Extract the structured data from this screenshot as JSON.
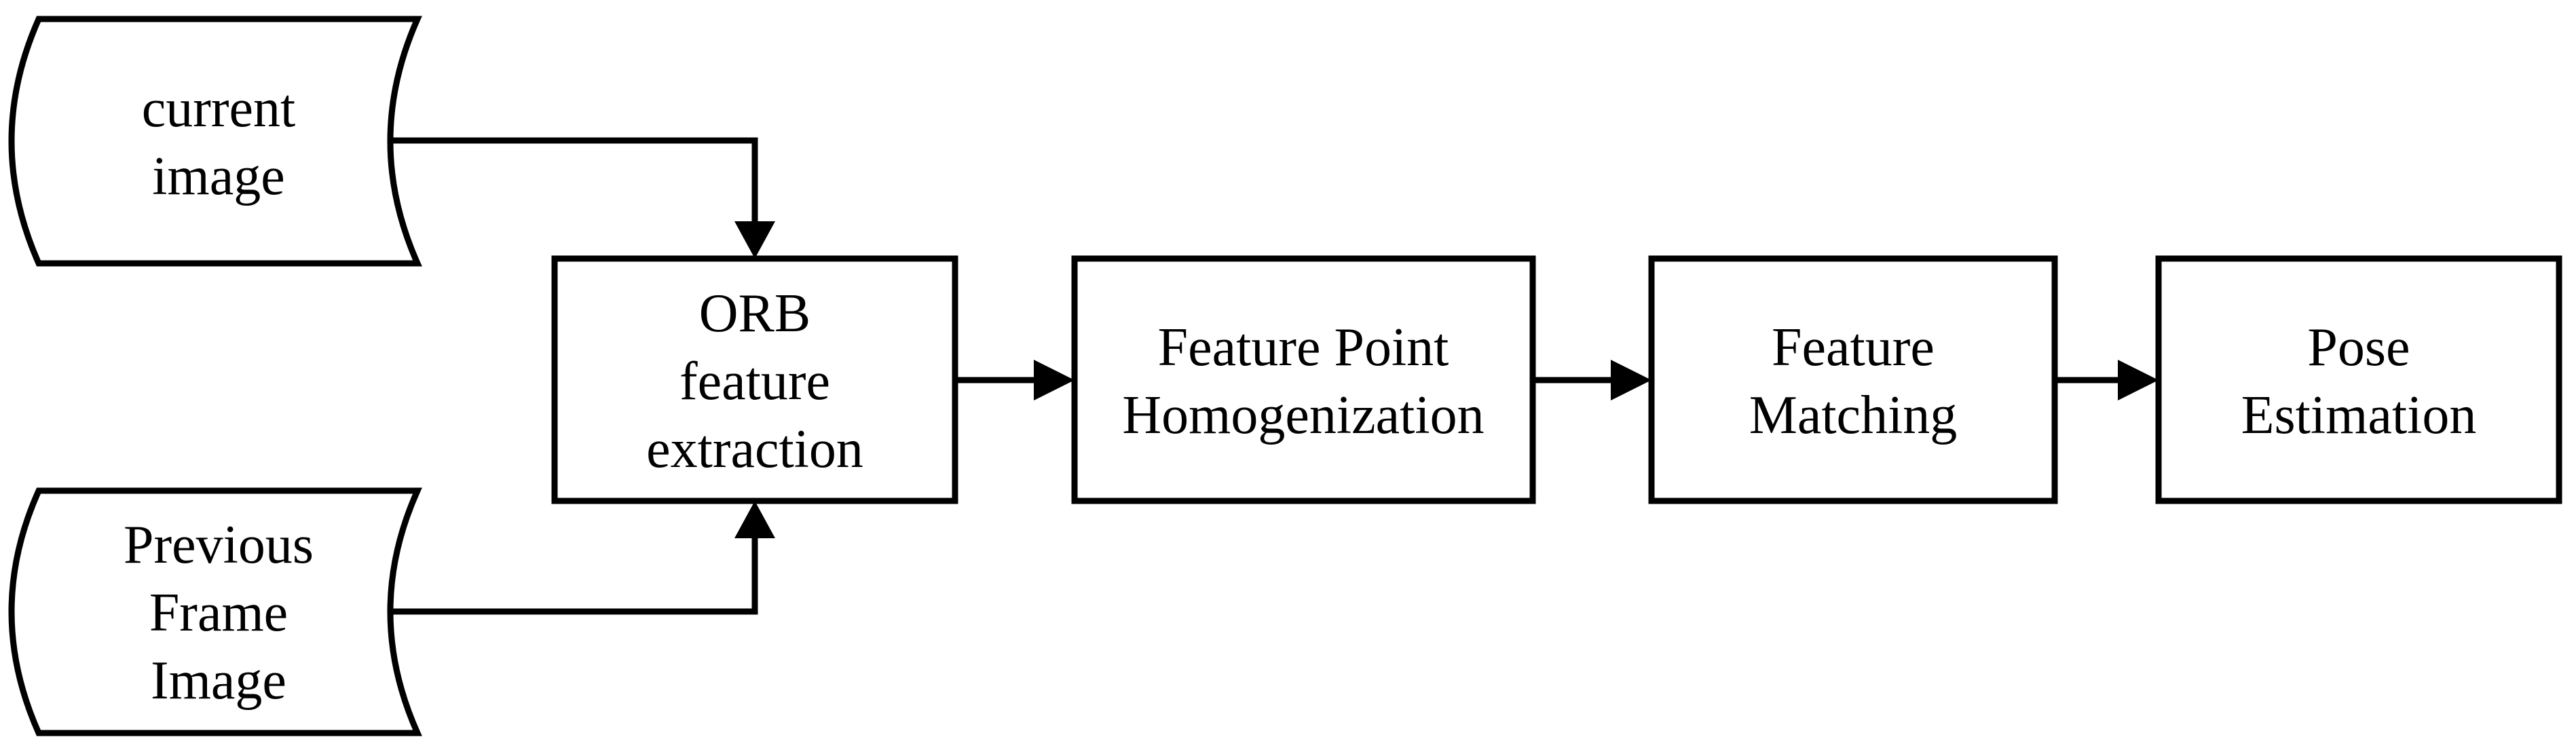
{
  "diagram": {
    "title": "ORB visual odometry pipeline flowchart",
    "colors": {
      "background": "#ffffff",
      "stroke": "#000000",
      "text": "#000000",
      "shape_fill": "#ffffff"
    },
    "nodes": [
      {
        "id": "current-image",
        "type": "stored-data",
        "label": "current image",
        "lines": [
          "current",
          "image"
        ]
      },
      {
        "id": "previous-frame-image",
        "type": "stored-data",
        "label": "Previous Frame Image",
        "lines": [
          "Previous",
          "Frame",
          "Image"
        ]
      },
      {
        "id": "orb-feature-extraction",
        "type": "process",
        "label": "ORB feature extraction",
        "lines": [
          "ORB",
          "feature",
          "extraction"
        ]
      },
      {
        "id": "feature-point-homogenization",
        "type": "process",
        "label": "Feature Point Homogenization",
        "lines": [
          "Feature Point",
          "Homogenization"
        ]
      },
      {
        "id": "feature-matching",
        "type": "process",
        "label": "Feature Matching",
        "lines": [
          "Feature",
          "Matching"
        ]
      },
      {
        "id": "pose-estimation",
        "type": "process",
        "label": "Pose Estimation",
        "lines": [
          "Pose",
          "Estimation"
        ]
      }
    ],
    "edges": [
      {
        "from": "current-image",
        "to": "orb-feature-extraction",
        "style": "elbow-right-then-down"
      },
      {
        "from": "previous-frame-image",
        "to": "orb-feature-extraction",
        "style": "elbow-right-then-up"
      },
      {
        "from": "orb-feature-extraction",
        "to": "feature-point-homogenization",
        "style": "straight-right"
      },
      {
        "from": "feature-point-homogenization",
        "to": "feature-matching",
        "style": "straight-right"
      },
      {
        "from": "feature-matching",
        "to": "pose-estimation",
        "style": "straight-right"
      }
    ]
  }
}
